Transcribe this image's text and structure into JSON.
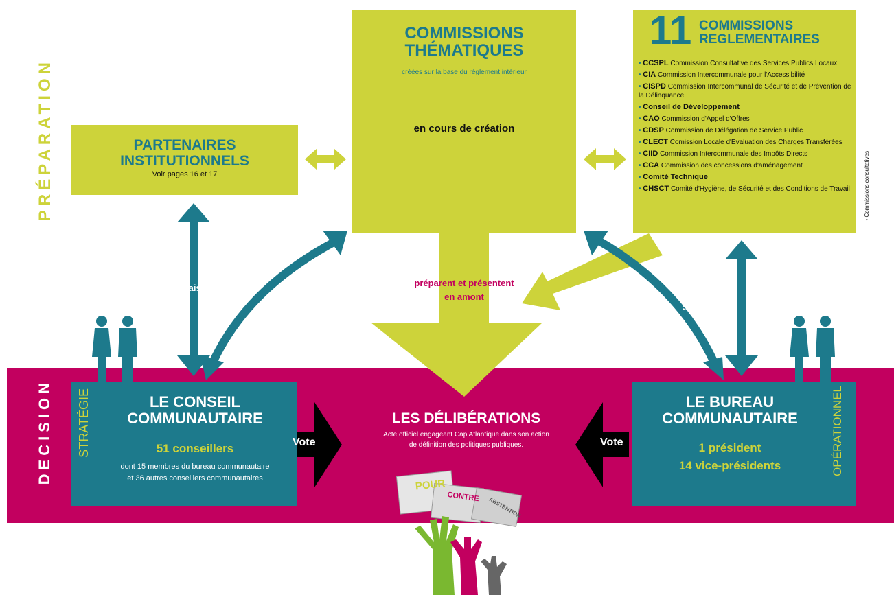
{
  "side_labels": {
    "preparation": "PRÉPARATION",
    "decision": "DECISION"
  },
  "partenaires": {
    "title_line1": "PARTENAIRES",
    "title_line2": "INSTITUTIONNELS",
    "subtitle": "Voir pages 16 et 17"
  },
  "commissions_thematiques": {
    "title_line1": "COMMISSIONS",
    "title_line2": "THÉMATIQUES",
    "subtitle": "créées sur la base du règlement intérieur",
    "status": "en cours de création"
  },
  "commissions_reglementaires": {
    "number": "11",
    "title_line1": "COMMISSIONS",
    "title_line2": "REGLEMENTAIRES",
    "items": [
      {
        "code": "CCSPL",
        "text": "Commission Consultative des Services Publics Locaux"
      },
      {
        "code": "CIA",
        "text": "Commission Intercommunale pour l'Accessibilité"
      },
      {
        "code": "CISPD",
        "text": "Commission Intercommunal de Sécurité et de Prévention de la Délinquance"
      },
      {
        "code": "Conseil de Développement",
        "text": ""
      },
      {
        "code": "CAO",
        "text": "Commission d'Appel d'Offres"
      },
      {
        "code": "CDSP",
        "text": "Commission de Délégation de Service Public"
      },
      {
        "code": "CLECT",
        "text": "Comission Locale d'Evaluation des Charges Transférées"
      },
      {
        "code": "CIID",
        "text": "Commission Intercommunale des Impôts Directs"
      },
      {
        "code": "CCA",
        "text": "Commission des concessions d'aménagement"
      },
      {
        "code": "Comité Technique",
        "text": ""
      },
      {
        "code": "CHSCT",
        "text": "Comité d'Hygiène, de Sécurité et des Conditions de Travail"
      }
    ],
    "side_note": "• Commissions consultatives"
  },
  "arrows": {
    "saisissent_left": "Saisissent",
    "saisissent_right": "Saisissent",
    "preparent_line1": "préparent et présentent",
    "preparent_line2": "en amont",
    "vote_left": "Vote",
    "vote_right": "Vote"
  },
  "conseil": {
    "side": "STRATÉGIE",
    "title_line1": "LE CONSEIL",
    "title_line2": "COMMUNAUTAIRE",
    "count": "51 conseillers",
    "detail_line1": "dont 15 membres du bureau communautaire",
    "detail_line2": "et 36 autres conseillers communautaires"
  },
  "deliberations": {
    "title": "LES DÉLIBÉRATIONS",
    "text_line1": "Acte officiel engageant Cap Atlantique dans son action",
    "text_line2": "de définition des politiques publiques."
  },
  "ballots": {
    "pour": "POUR",
    "contre": "CONTRE",
    "abstention": "ABSTENTION"
  },
  "bureau": {
    "side": "OPÉRATIONNEL",
    "title_line1": "LE BUREAU",
    "title_line2": "COMMUNAUTAIRE",
    "line1": "1 président",
    "line2": "14 vice-présidents"
  },
  "colors": {
    "lime": "#cdd33a",
    "teal": "#1d7a8c",
    "magenta": "#c2005f",
    "black": "#000000"
  }
}
